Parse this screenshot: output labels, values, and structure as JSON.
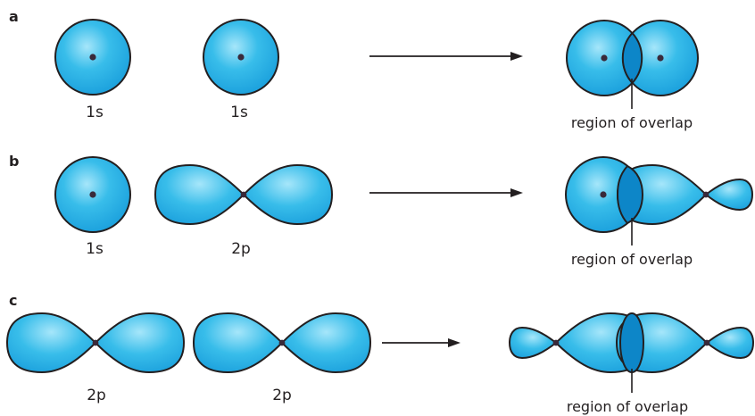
{
  "colors": {
    "orbital_fill_light": "#9fe3f8",
    "orbital_fill": "#2fb6e8",
    "orbital_fill_dark": "#0f8fcf",
    "overlap_fill": "#0d86c8",
    "outline": "#231f20",
    "nucleus": "#3a2a3a"
  },
  "panels": [
    {
      "label": "a",
      "orbital_labels": [
        "1s",
        "1s"
      ],
      "overlap_label": "region of overlap"
    },
    {
      "label": "b",
      "orbital_labels": [
        "1s",
        "2p"
      ],
      "overlap_label": "region of overlap"
    },
    {
      "label": "c",
      "orbital_labels": [
        "2p",
        "2p"
      ],
      "overlap_label": "region of overlap"
    }
  ]
}
